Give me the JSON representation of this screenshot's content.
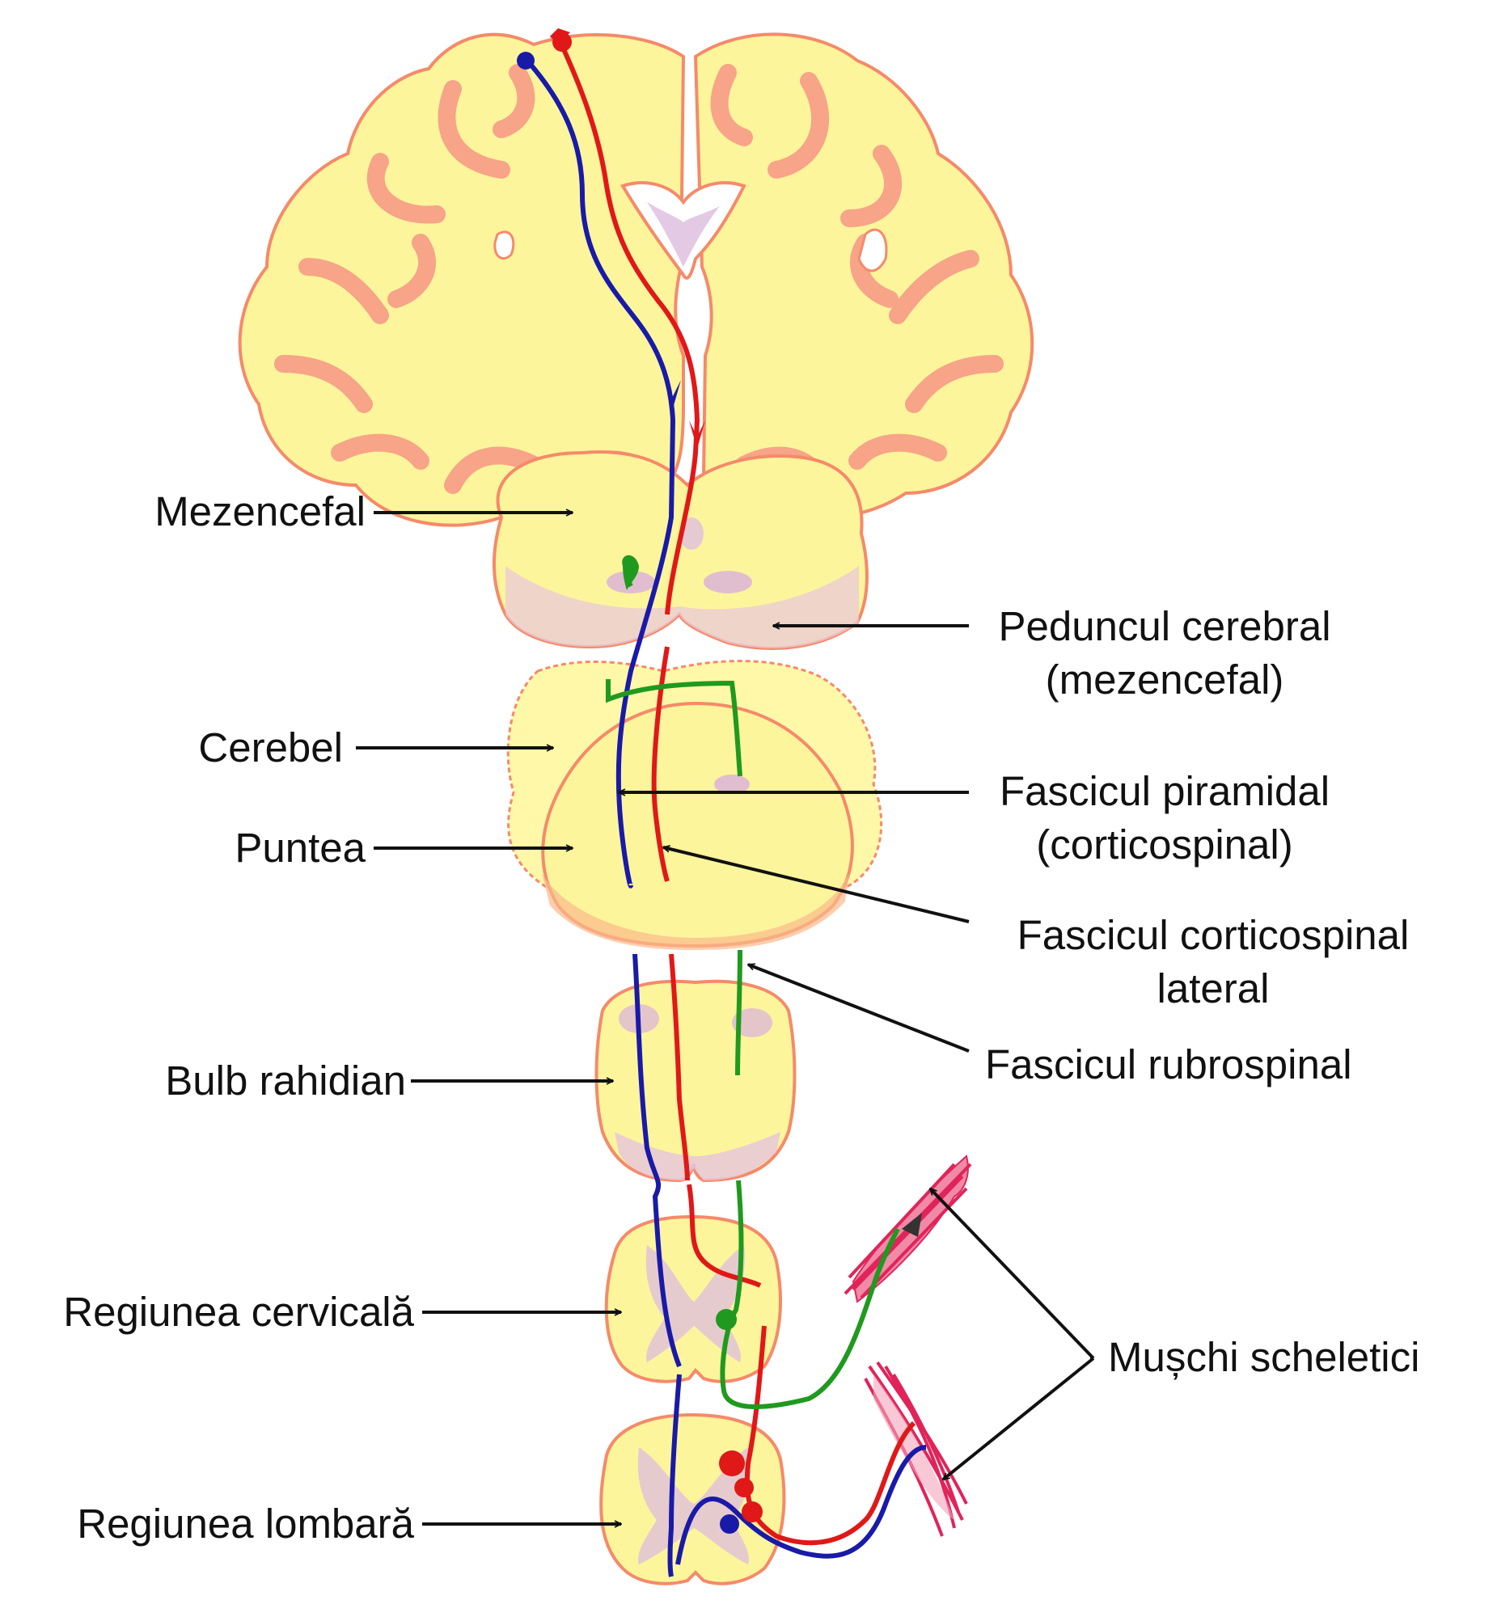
{
  "labels": {
    "mezencefal": "Mezencefal",
    "cerebel": "Cerebel",
    "puntea": "Puntea",
    "bulb_rahidian": "Bulb rahidian",
    "regiunea_cervicala": "Regiunea cervicală",
    "regiunea_lombara": "Regiunea lombară",
    "peduncul_cerebral": [
      "Peduncul cerebral",
      "(mezencefal)"
    ],
    "fascicul_piramidal": [
      "Fascicul piramidal",
      "(corticospinal)"
    ],
    "fascicul_corticospinal_lateral": [
      "Fascicul corticospinal",
      "lateral"
    ],
    "fascicul_rubrospinal": "Fascicul rubrospinal",
    "muschi_scheletici": "Mușchi scheletici"
  },
  "colors": {
    "tissue_fill": "#fff79a",
    "tissue_outline": "#f58a6a",
    "cortex": "#f7a488",
    "nucleus": "#d9b6dc",
    "pyramidal_tract": "#1a1aa8",
    "corticospinal_lateral": "#e01818",
    "rubrospinal_tract": "#1f9a1f",
    "muscle": "#e0245a"
  }
}
